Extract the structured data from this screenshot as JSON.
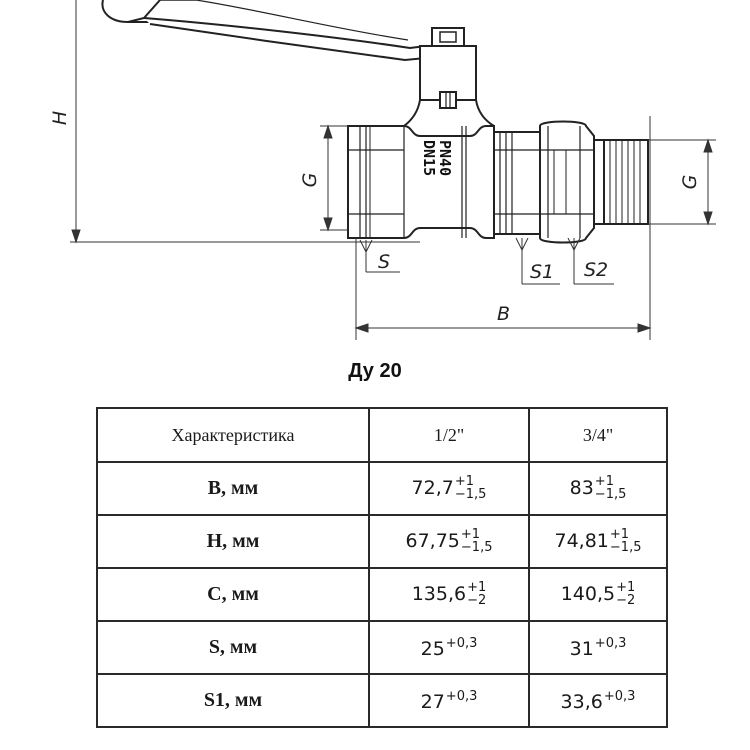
{
  "drawing": {
    "engraving_line1": "PN40",
    "engraving_line2": "DN15",
    "dim_labels": {
      "H": "H",
      "G_left": "G",
      "G_right": "G",
      "S": "S",
      "S1": "S1",
      "S2": "S2",
      "B": "B"
    }
  },
  "title": "Ду 20",
  "table": {
    "header": [
      "Характеристика",
      "1/2\"",
      "3/4\""
    ],
    "rows": [
      {
        "param": "B, мм",
        "values": [
          {
            "base": "72,7",
            "upper": "+1",
            "lower": "−1,5"
          },
          {
            "base": "83",
            "upper": "+1",
            "lower": "−1,5"
          }
        ]
      },
      {
        "param": "H, мм",
        "values": [
          {
            "base": "67,75",
            "upper": "+1",
            "lower": "−1,5"
          },
          {
            "base": "74,81",
            "upper": "+1",
            "lower": "−1,5"
          }
        ]
      },
      {
        "param": "C, мм",
        "values": [
          {
            "base": "135,6",
            "upper": "+1",
            "lower": "−2"
          },
          {
            "base": "140,5",
            "upper": "+1",
            "lower": "−2"
          }
        ]
      },
      {
        "param": "S, мм",
        "values": [
          {
            "base": "25",
            "upper": "+0,3",
            "lower": ""
          },
          {
            "base": "31",
            "upper": "+0,3",
            "lower": ""
          }
        ]
      },
      {
        "param": "S1, мм",
        "values": [
          {
            "base": "27",
            "upper": "+0,3",
            "lower": ""
          },
          {
            "base": "33,6",
            "upper": "+0,3",
            "lower": ""
          }
        ]
      }
    ]
  }
}
